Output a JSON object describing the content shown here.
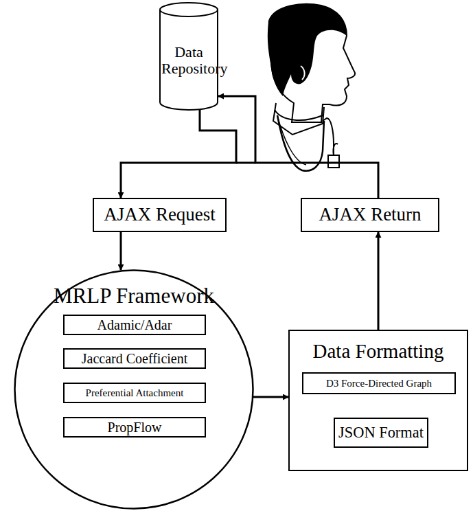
{
  "diagram": {
    "nodes": [
      {
        "text": [
          "Data Repository"
        ]
      },
      {
        "text": [
          "AJAX Request"
        ]
      },
      {
        "text": [
          "AJAX Return"
        ]
      },
      {
        "text": [
          "MRLP Framework"
        ]
      },
      {
        "text": [
          "Adamic/Adar"
        ],
        "in": 3
      },
      {
        "text": [
          "Jaccard Coefficient"
        ],
        "in": 3
      },
      {
        "text": [
          "Preferential Attachment"
        ],
        "in": 3
      },
      {
        "text": [
          "PropFlow"
        ],
        "in": 3
      },
      {
        "text": [
          "Data Formatting"
        ]
      },
      {
        "text": [
          "D3 Force-Directed Graph"
        ],
        "in": 8
      },
      {
        "text": [
          "JSON Format"
        ],
        "in": 8
      }
    ],
    "edges": [
      {
        "from": 0,
        "to": 1,
        "arrow": "to"
      },
      {
        "from": 2,
        "to": 0,
        "arrow": "to"
      },
      {
        "from": 1,
        "to": 3,
        "arrow": "to"
      },
      {
        "from": 3,
        "to": 8,
        "arrow": "to"
      },
      {
        "from": 10,
        "to": 9,
        "arrow": "to"
      },
      {
        "from": 8,
        "to": 2,
        "arrow": "to"
      }
    ]
  }
}
